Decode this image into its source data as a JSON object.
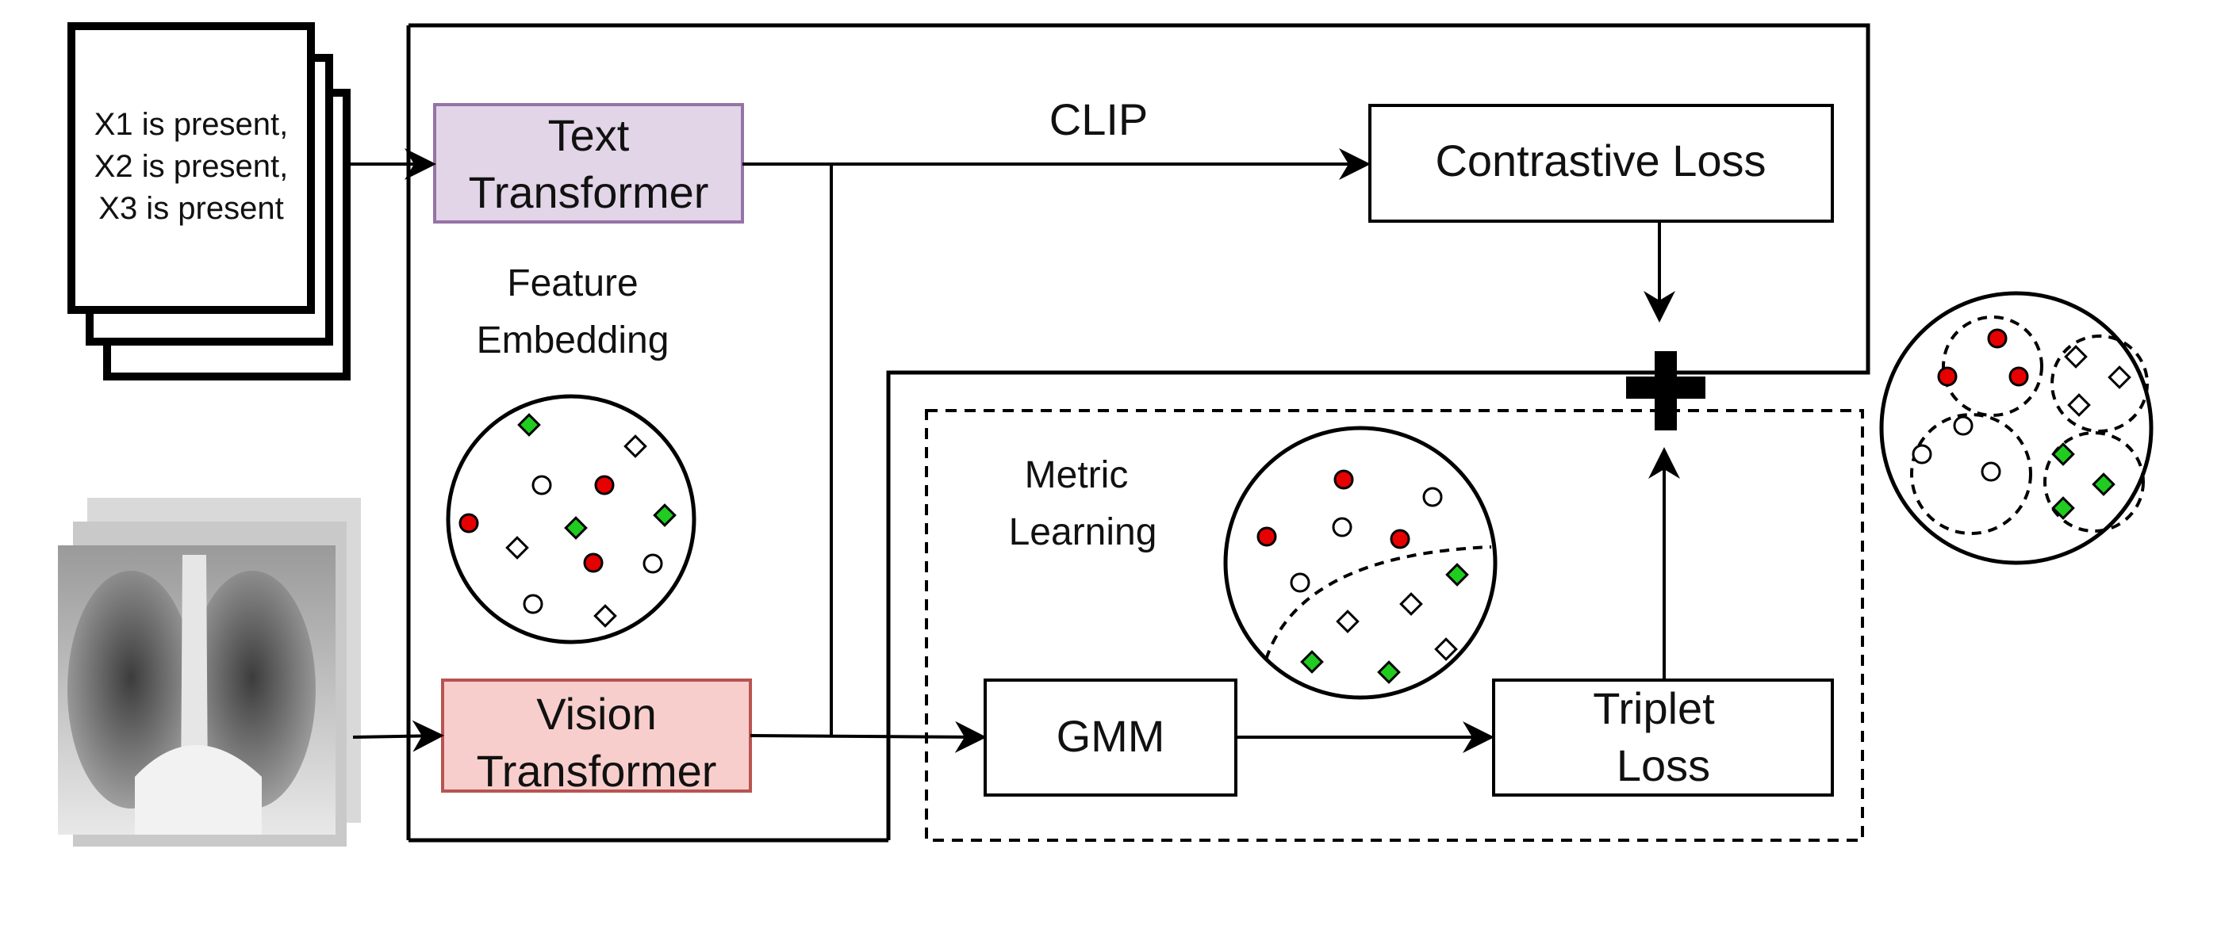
{
  "document": {
    "lines": [
      "X1 is present,",
      "X2 is present,",
      "X3 is present"
    ]
  },
  "text_encoder": {
    "line1": "Text",
    "line2": "Transformer",
    "fill": "#e1d5e7",
    "stroke": "#9673a6"
  },
  "vision_encoder": {
    "line1": "Vision",
    "line2": "Transformer",
    "fill": "#f8cecc",
    "stroke": "#b85450"
  },
  "clip_label": "CLIP",
  "contrastive_loss": "Contrastive Loss",
  "feature_embedding": {
    "line1": "Feature",
    "line2": "Embedding"
  },
  "metric_learning": {
    "line1": "Metric",
    "line2": "Learning"
  },
  "gmm": "GMM",
  "triplet_loss": {
    "line1": "Triplet",
    "line2": "Loss"
  },
  "colors": {
    "red_marker": "#e60000",
    "green_marker": "#1fcc1f",
    "line": "#000000"
  },
  "icons": [
    "plus-icon",
    "chest-xray-image",
    "document-stack-icon",
    "red-circle-marker",
    "white-circle-marker",
    "green-diamond-marker",
    "white-diamond-marker"
  ]
}
